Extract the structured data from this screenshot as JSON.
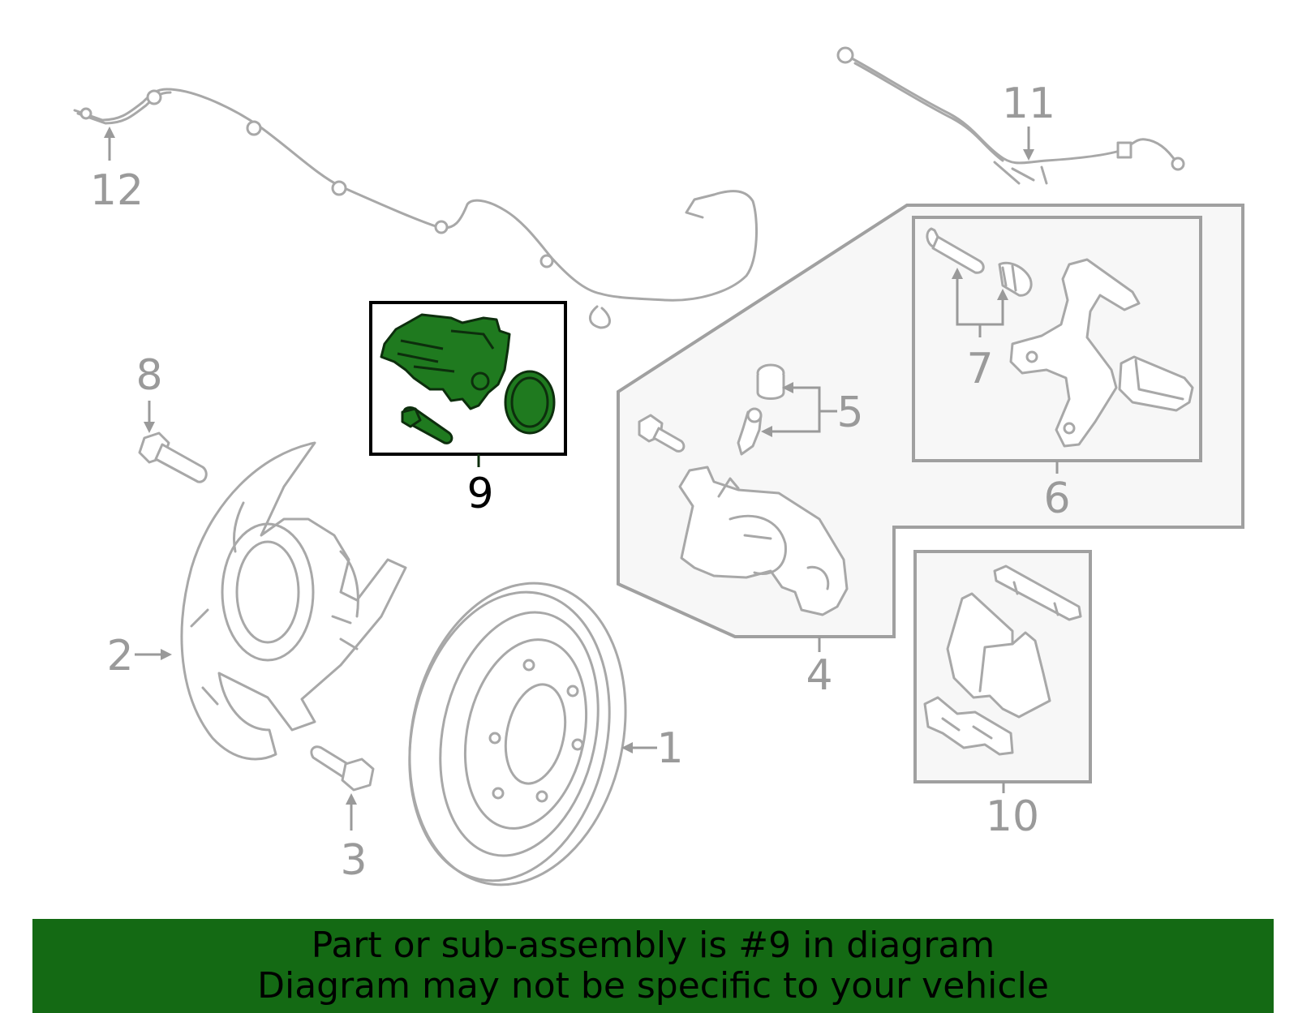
{
  "callouts": {
    "c1": "1",
    "c2": "2",
    "c3": "3",
    "c4": "4",
    "c5": "5",
    "c6": "6",
    "c7": "7",
    "c8": "8",
    "c9": "9",
    "c10": "10",
    "c11": "11",
    "c12": "12"
  },
  "highlight": {
    "color": "#1f7a1f",
    "callout": "9"
  },
  "banner": {
    "line1": "Part or sub-assembly is #9 in diagram",
    "line2": "Diagram may not be specific to your vehicle",
    "background": "#146a14"
  }
}
